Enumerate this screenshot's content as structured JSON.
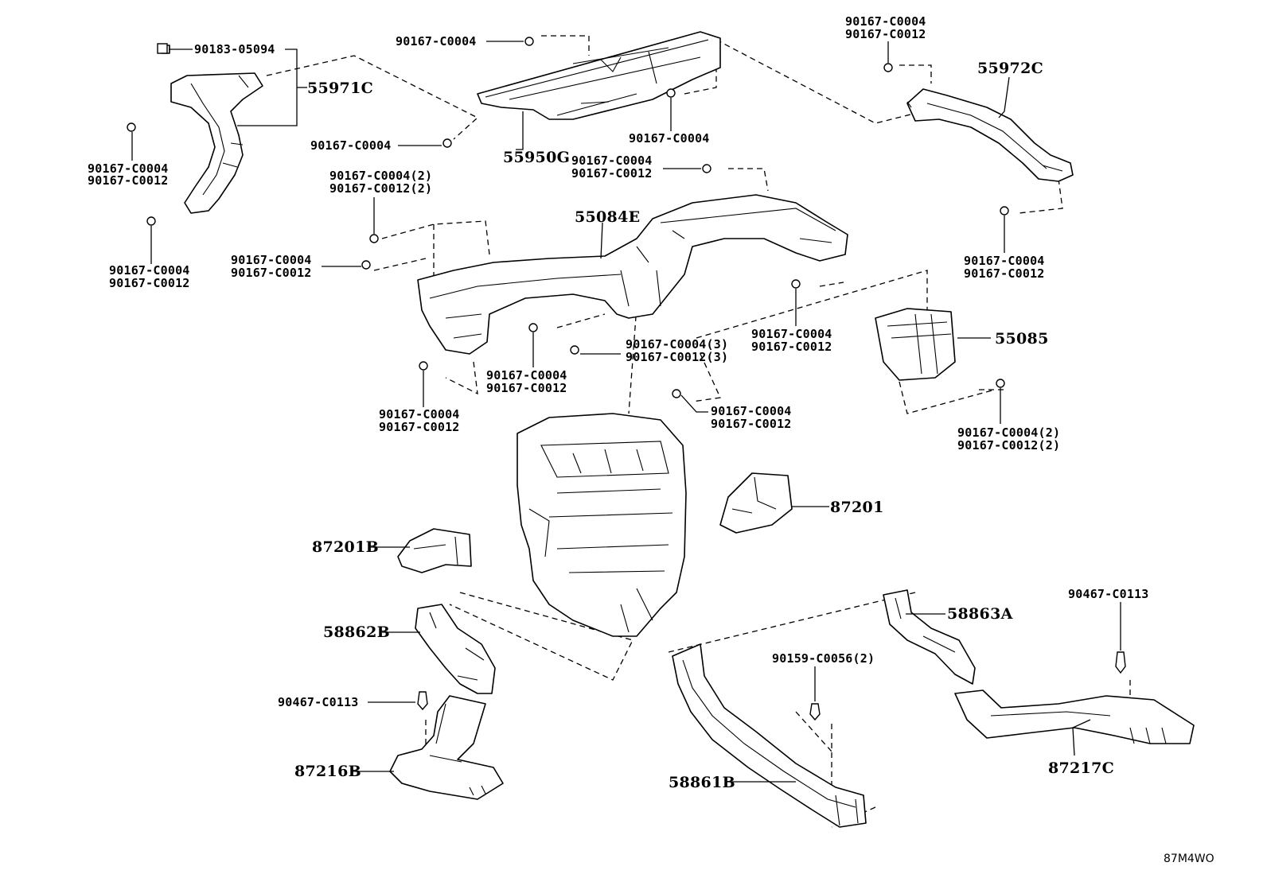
{
  "diagram": {
    "reference_code": "87M4WO",
    "labels": {
      "p55971c": "55971C",
      "p55950g": "55950G",
      "p55972c": "55972C",
      "p55084e": "55084E",
      "p55085": "55085",
      "p87201": "87201",
      "p87201b": "87201B",
      "p58862b": "58862B",
      "p58863a": "58863A",
      "p87216b": "87216B",
      "p58861b": "58861B",
      "p87217c": "87217C",
      "c01": "90183-05094",
      "c02": "90167-C0004",
      "c03a": "90167-C0004",
      "c03b": "90167-C0012",
      "c04a": "90167-C0004",
      "c04b": "90167-C0012",
      "c05": "90167-C0004",
      "c06": "90167-C0004",
      "c07a": "90167-C0004",
      "c07b": "90167-C0012",
      "c08a": "90167-C0004(2)",
      "c08b": "90167-C0012(2)",
      "c09a": "90167-C0004",
      "c09b": "90167-C0012",
      "c10a": "90167-C0004",
      "c10b": "90167-C0012",
      "c11a": "90167-C0004",
      "c11b": "90167-C0012",
      "c12a": "90167-C0004(3)",
      "c12b": "90167-C0012(3)",
      "c13a": "90167-C0004",
      "c13b": "90167-C0012",
      "c14a": "90167-C0004",
      "c14b": "90167-C0012",
      "c15a": "90167-C0004",
      "c15b": "90167-C0012",
      "c16a": "90167-C0004",
      "c16b": "90167-C0012",
      "c17a": "90167-C0004(2)",
      "c17b": "90167-C0012(2)",
      "c18": "90467-C0113",
      "c19": "90159-C0056(2)",
      "c20": "90467-C0113"
    }
  }
}
